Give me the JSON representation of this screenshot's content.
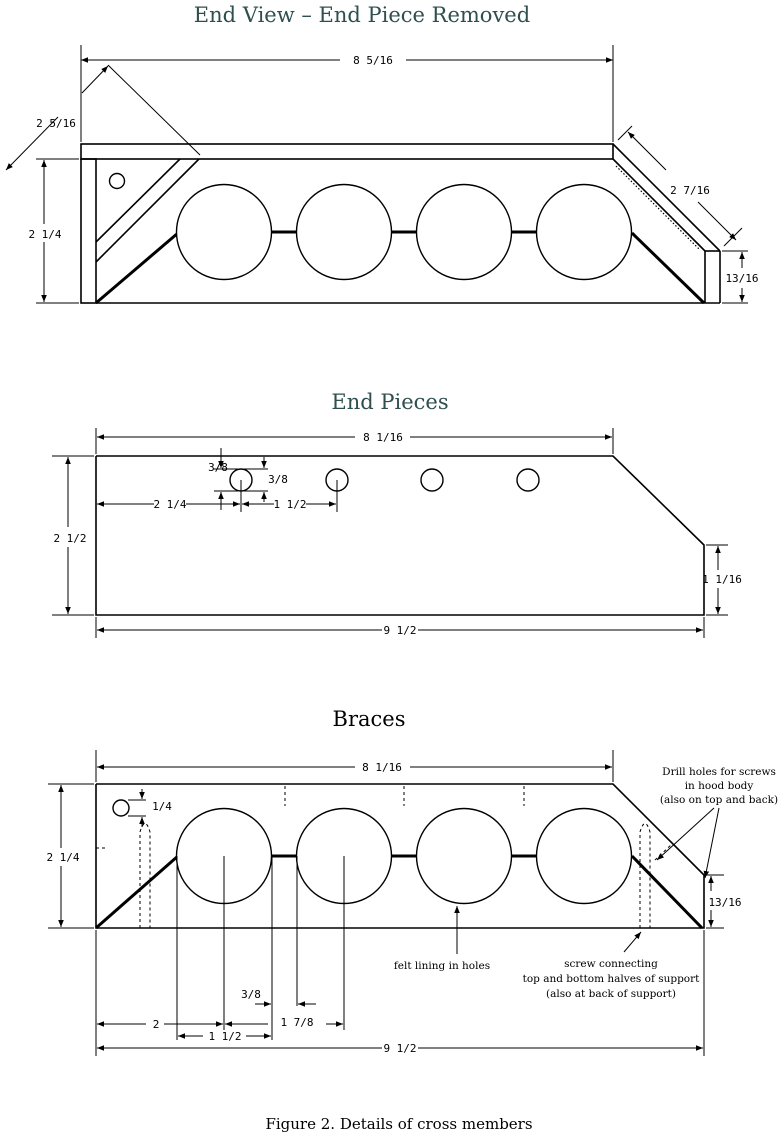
{
  "titles": {
    "end_view": "End View – End Piece Removed",
    "end_pieces": "End Pieces",
    "braces": "Braces"
  },
  "caption": "Figure 2.  Details of cross members",
  "end_view": {
    "width": "8 5/16",
    "diag_left": "2 5/16",
    "diag_right": "2 7/16",
    "height": "2 1/4",
    "right_height": "13/16"
  },
  "end_pieces": {
    "top_width": "8 1/16",
    "height": "2 1/2",
    "hole_dia_left": "3/8",
    "hole_dia_right": "3/8",
    "hole_offset": "2 1/4",
    "hole_spacing": "1 1/2",
    "right_height": "1 1/16",
    "bottom_width": "9 1/2"
  },
  "braces": {
    "top_width": "8 1/16",
    "hole_dia": "1/4",
    "height": "2 1/4",
    "right_height": "13/16",
    "note_drill": [
      "Drill holes for screws",
      "in hood body",
      "(also on top and back)"
    ],
    "note_felt": "felt lining in holes",
    "note_screw": [
      "screw connecting",
      "top and bottom halves of support",
      "(also at back of support)"
    ],
    "dim_3_8": "3/8",
    "dim_1_7_8": "1 7/8",
    "dim_2": "2",
    "dim_1_1_2": "1 1/2",
    "bottom_width": "9 1/2"
  }
}
